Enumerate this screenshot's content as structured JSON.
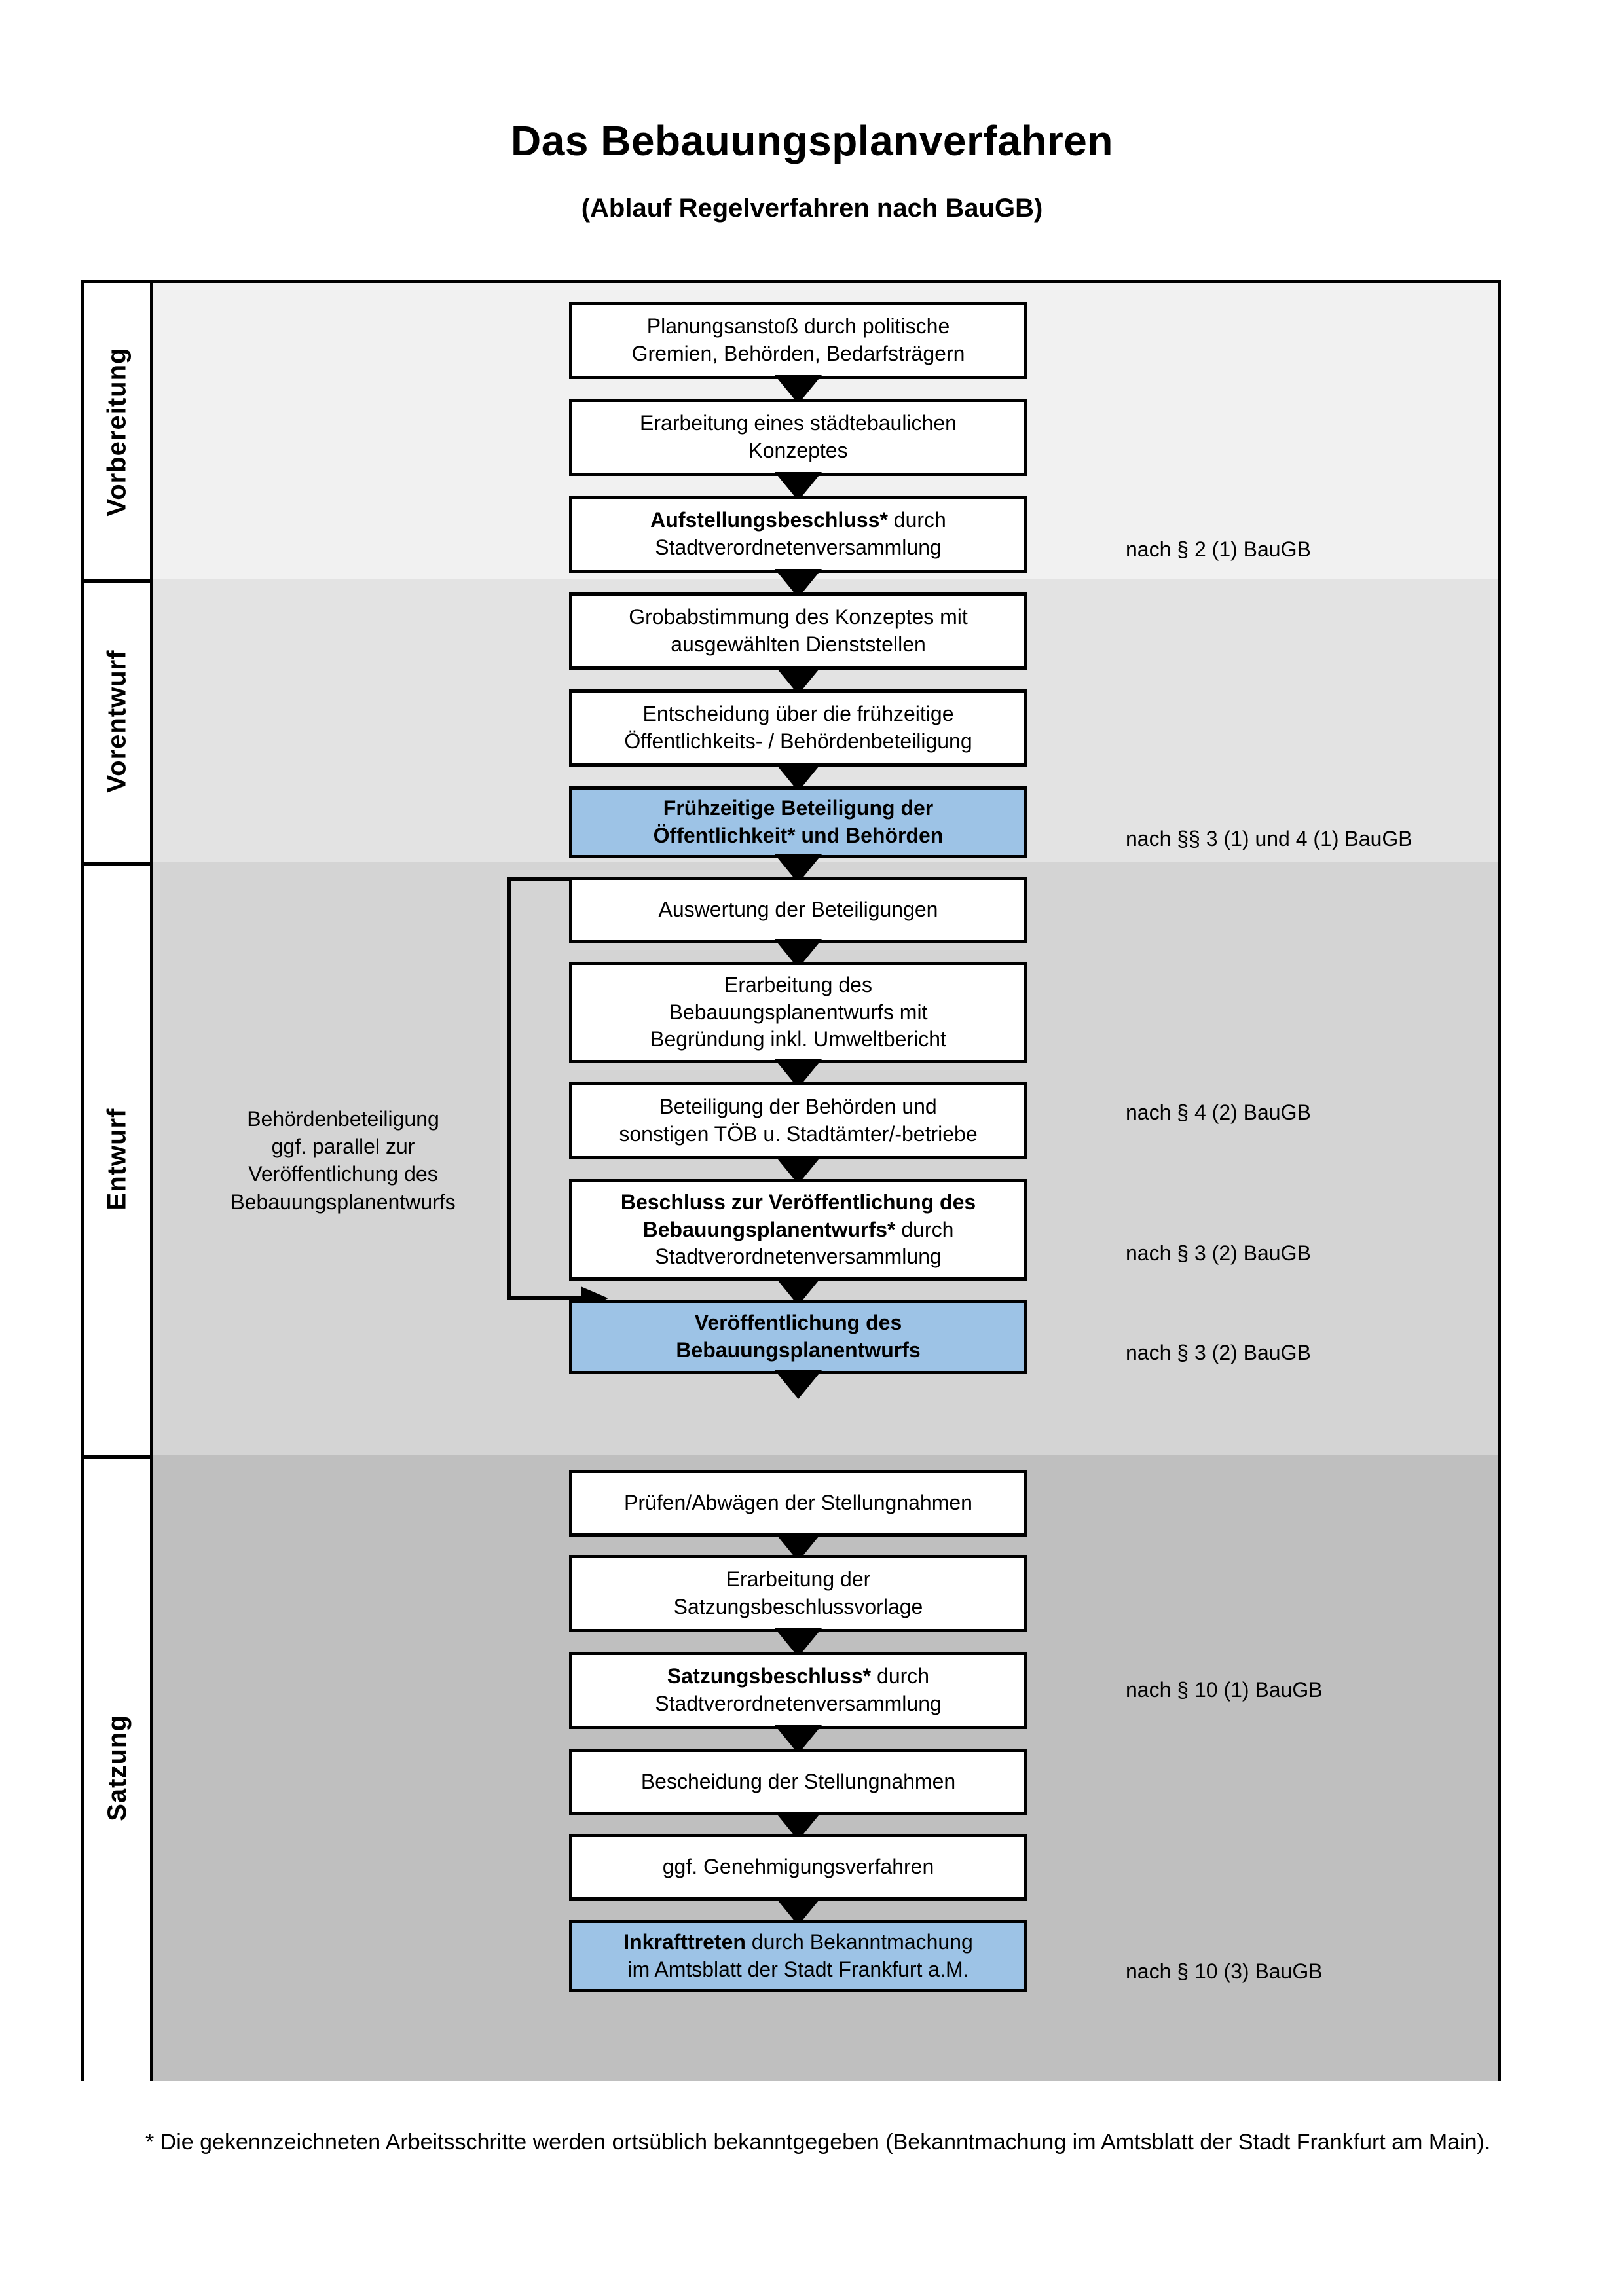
{
  "header": {
    "title": "Das Bebauungsplanverfahren",
    "subtitle": "(Ablauf Regelverfahren nach BauGB)"
  },
  "phases": [
    {
      "label": "Vorbereitung",
      "band_color": "#f1f1f1"
    },
    {
      "label": "Vorentwurf",
      "band_color": "#e3e3e3"
    },
    {
      "label": "Entwurf",
      "band_color": "#d4d4d4"
    },
    {
      "label": "Satzung",
      "band_color": "#bfbfbf"
    }
  ],
  "steps": [
    {
      "id": "planungsanstoss",
      "phase": "Vorbereitung",
      "highlighted": false,
      "lines": [
        {
          "text": "Planungsanstoß durch politische",
          "bold": false
        },
        {
          "text": "Gremien, Behörden, Bedarfsträgern",
          "bold": false
        }
      ]
    },
    {
      "id": "staedtebauliches-konzept",
      "phase": "Vorbereitung",
      "highlighted": false,
      "lines": [
        {
          "text": "Erarbeitung eines städtebaulichen",
          "bold": false
        },
        {
          "text": "Konzeptes",
          "bold": false
        }
      ]
    },
    {
      "id": "aufstellungsbeschluss",
      "phase": "Vorbereitung",
      "highlighted": false,
      "lines": [
        {
          "text": "Aufstellungsbeschluss*",
          "bold": true,
          "suffix": " durch"
        },
        {
          "text": "Stadtverordnetenversammlung",
          "bold": false
        }
      ]
    },
    {
      "id": "grobabstimmung",
      "phase": "Vorentwurf",
      "highlighted": false,
      "lines": [
        {
          "text": "Grobabstimmung des Konzeptes mit",
          "bold": false
        },
        {
          "text": "ausgewählten Dienststellen",
          "bold": false
        }
      ]
    },
    {
      "id": "entscheidung-fruehzeitig",
      "phase": "Vorentwurf",
      "highlighted": false,
      "lines": [
        {
          "text": "Entscheidung über die frühzeitige",
          "bold": false
        },
        {
          "text": "Öffentlichkeits- / Behördenbeteiligung",
          "bold": false
        }
      ]
    },
    {
      "id": "fruehzeitige-beteiligung",
      "phase": "Vorentwurf",
      "highlighted": true,
      "lines": [
        {
          "text": "Frühzeitige Beteiligung der",
          "bold": true
        },
        {
          "text": "Öffentlichkeit* und Behörden",
          "bold": true
        }
      ]
    },
    {
      "id": "auswertung-beteiligungen",
      "phase": "Entwurf",
      "highlighted": false,
      "lines": [
        {
          "text": "Auswertung der Beteiligungen",
          "bold": false
        }
      ]
    },
    {
      "id": "erarbeitung-bplan-entwurf",
      "phase": "Entwurf",
      "highlighted": false,
      "lines": [
        {
          "text": "Erarbeitung des",
          "bold": false
        },
        {
          "text": "Bebauungsplanentwurfs mit",
          "bold": false
        },
        {
          "text": "Begründung inkl. Umweltbericht",
          "bold": false
        }
      ]
    },
    {
      "id": "beteiligung-behoerden-toeb",
      "phase": "Entwurf",
      "highlighted": false,
      "lines": [
        {
          "text": "Beteiligung der Behörden und",
          "bold": false
        },
        {
          "text": "sonstigen TÖB u. Stadtämter/-betriebe",
          "bold": false
        }
      ]
    },
    {
      "id": "beschluss-veroeffentlichung",
      "phase": "Entwurf",
      "highlighted": false,
      "lines": [
        {
          "text": "Beschluss zur Veröffentlichung des",
          "bold": true
        },
        {
          "text": "Bebauungsplanentwurfs*",
          "bold": true,
          "suffix": " durch"
        },
        {
          "text": "Stadtverordnetenversammlung",
          "bold": false
        }
      ]
    },
    {
      "id": "veroeffentlichung-bplan",
      "phase": "Entwurf",
      "highlighted": true,
      "lines": [
        {
          "text": "Veröffentlichung des",
          "bold": true
        },
        {
          "text": "Bebauungsplanentwurfs",
          "bold": true
        }
      ]
    },
    {
      "id": "pruefen-abwaegen",
      "phase": "Satzung",
      "highlighted": false,
      "lines": [
        {
          "text": "Prüfen/Abwägen der Stellungnahmen",
          "bold": false
        }
      ]
    },
    {
      "id": "erarbeitung-satzungsvorlage",
      "phase": "Satzung",
      "highlighted": false,
      "lines": [
        {
          "text": "Erarbeitung der",
          "bold": false
        },
        {
          "text": "Satzungsbeschlussvorlage",
          "bold": false
        }
      ]
    },
    {
      "id": "satzungsbeschluss",
      "phase": "Satzung",
      "highlighted": false,
      "lines": [
        {
          "text": "Satzungsbeschluss*",
          "bold": true,
          "suffix": " durch"
        },
        {
          "text": "Stadtverordnetenversammlung",
          "bold": false
        }
      ]
    },
    {
      "id": "bescheidung-stellungnahmen",
      "phase": "Satzung",
      "highlighted": false,
      "lines": [
        {
          "text": "Bescheidung der Stellungnahmen",
          "bold": false
        }
      ]
    },
    {
      "id": "genehmigungsverfahren",
      "phase": "Satzung",
      "highlighted": false,
      "lines": [
        {
          "text": "ggf. Genehmigungsverfahren",
          "bold": false
        }
      ]
    },
    {
      "id": "inkrafttreten",
      "phase": "Satzung",
      "highlighted": true,
      "lines": [
        {
          "text": "Inkrafttreten",
          "bold": true,
          "suffix": " durch Bekanntmachung"
        },
        {
          "text": "im Amtsblatt der Stadt Frankfurt a.M.",
          "bold": false
        }
      ]
    }
  ],
  "legal_references": [
    {
      "id": "ref-aufstellungsbeschluss",
      "text": "nach § 2 (1) BauGB"
    },
    {
      "id": "ref-fruehzeitige-beteiligung",
      "text": "nach §§ 3 (1) und 4 (1) BauGB"
    },
    {
      "id": "ref-behoerdenbeteiligung",
      "text": "nach § 4 (2) BauGB"
    },
    {
      "id": "ref-beschluss-veroeff",
      "text": "nach § 3 (2) BauGB"
    },
    {
      "id": "ref-veroeffentlichung",
      "text": "nach § 3 (2) BauGB"
    },
    {
      "id": "ref-satzungsbeschluss",
      "text": "nach § 10 (1) BauGB"
    },
    {
      "id": "ref-inkrafttreten",
      "text": "nach § 10 (3) BauGB"
    }
  ],
  "side_note": {
    "lines": [
      "Behördenbeteiligung",
      "ggf. parallel zur",
      "Veröffentlichung des",
      "Bebauungsplanentwurfs"
    ]
  },
  "footnote": {
    "text": "* Die gekennzeichneten Arbeitsschritte werden ortsüblich bekanntgegeben (Bekanntmachung im Amtsblatt  der Stadt Frankfurt am Main)."
  },
  "colors": {
    "highlight_blue": "#9dc3e6",
    "stroke": "#000000",
    "background": "#ffffff"
  }
}
